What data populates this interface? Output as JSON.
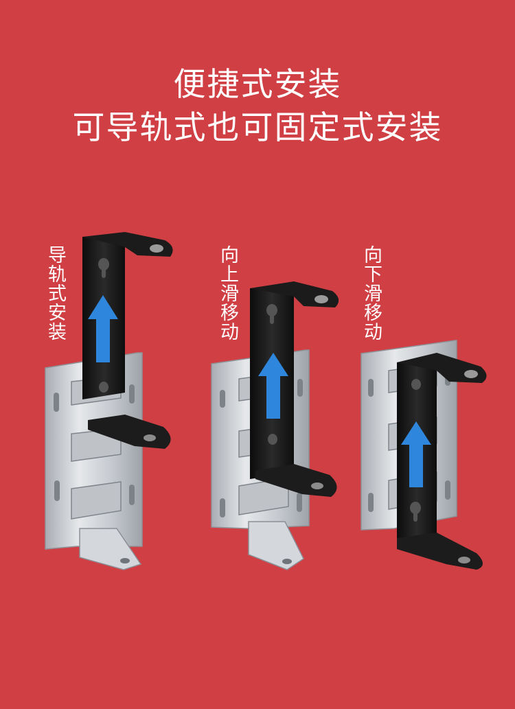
{
  "headline": {
    "line1": "便捷式安装",
    "line2": "可导轨式也可固定式安装"
  },
  "labels": {
    "rail": "导轨式安装",
    "up": "向上滑移动",
    "down": "向下滑移动"
  },
  "colors": {
    "background": "#cf3f44",
    "bracket_black": "#151515",
    "plate_silver": "#cfd2d6",
    "arrow_blue": "#2f86dd"
  },
  "icons": [
    "arrow-up-icon",
    "arrow-up-icon",
    "arrow-up-icon"
  ]
}
